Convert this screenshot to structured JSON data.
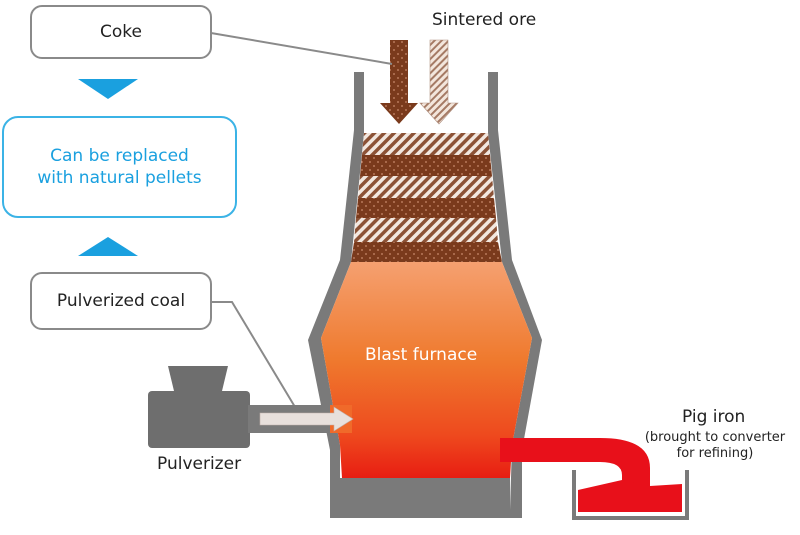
{
  "labels": {
    "coke": "Coke",
    "replacement_line1": "Can be replaced",
    "replacement_line2": "with natural pellets",
    "pulverized_coal": "Pulverized coal",
    "sintered_ore": "Sintered ore",
    "blast_furnace": "Blast furnace",
    "pulverizer": "Pulverizer",
    "pig_iron": "Pig iron",
    "pig_iron_note_line1": "(brought to converter",
    "pig_iron_note_line2": "for refining)"
  },
  "colors": {
    "accent_blue": "#1aa0df",
    "furnace_wall": "#7a7a7a",
    "molten_iron": "#e8101a",
    "furnace_hot": "#f07a30",
    "ore_layer": "#7a3a1c",
    "coke_layer": "#b89a86"
  }
}
